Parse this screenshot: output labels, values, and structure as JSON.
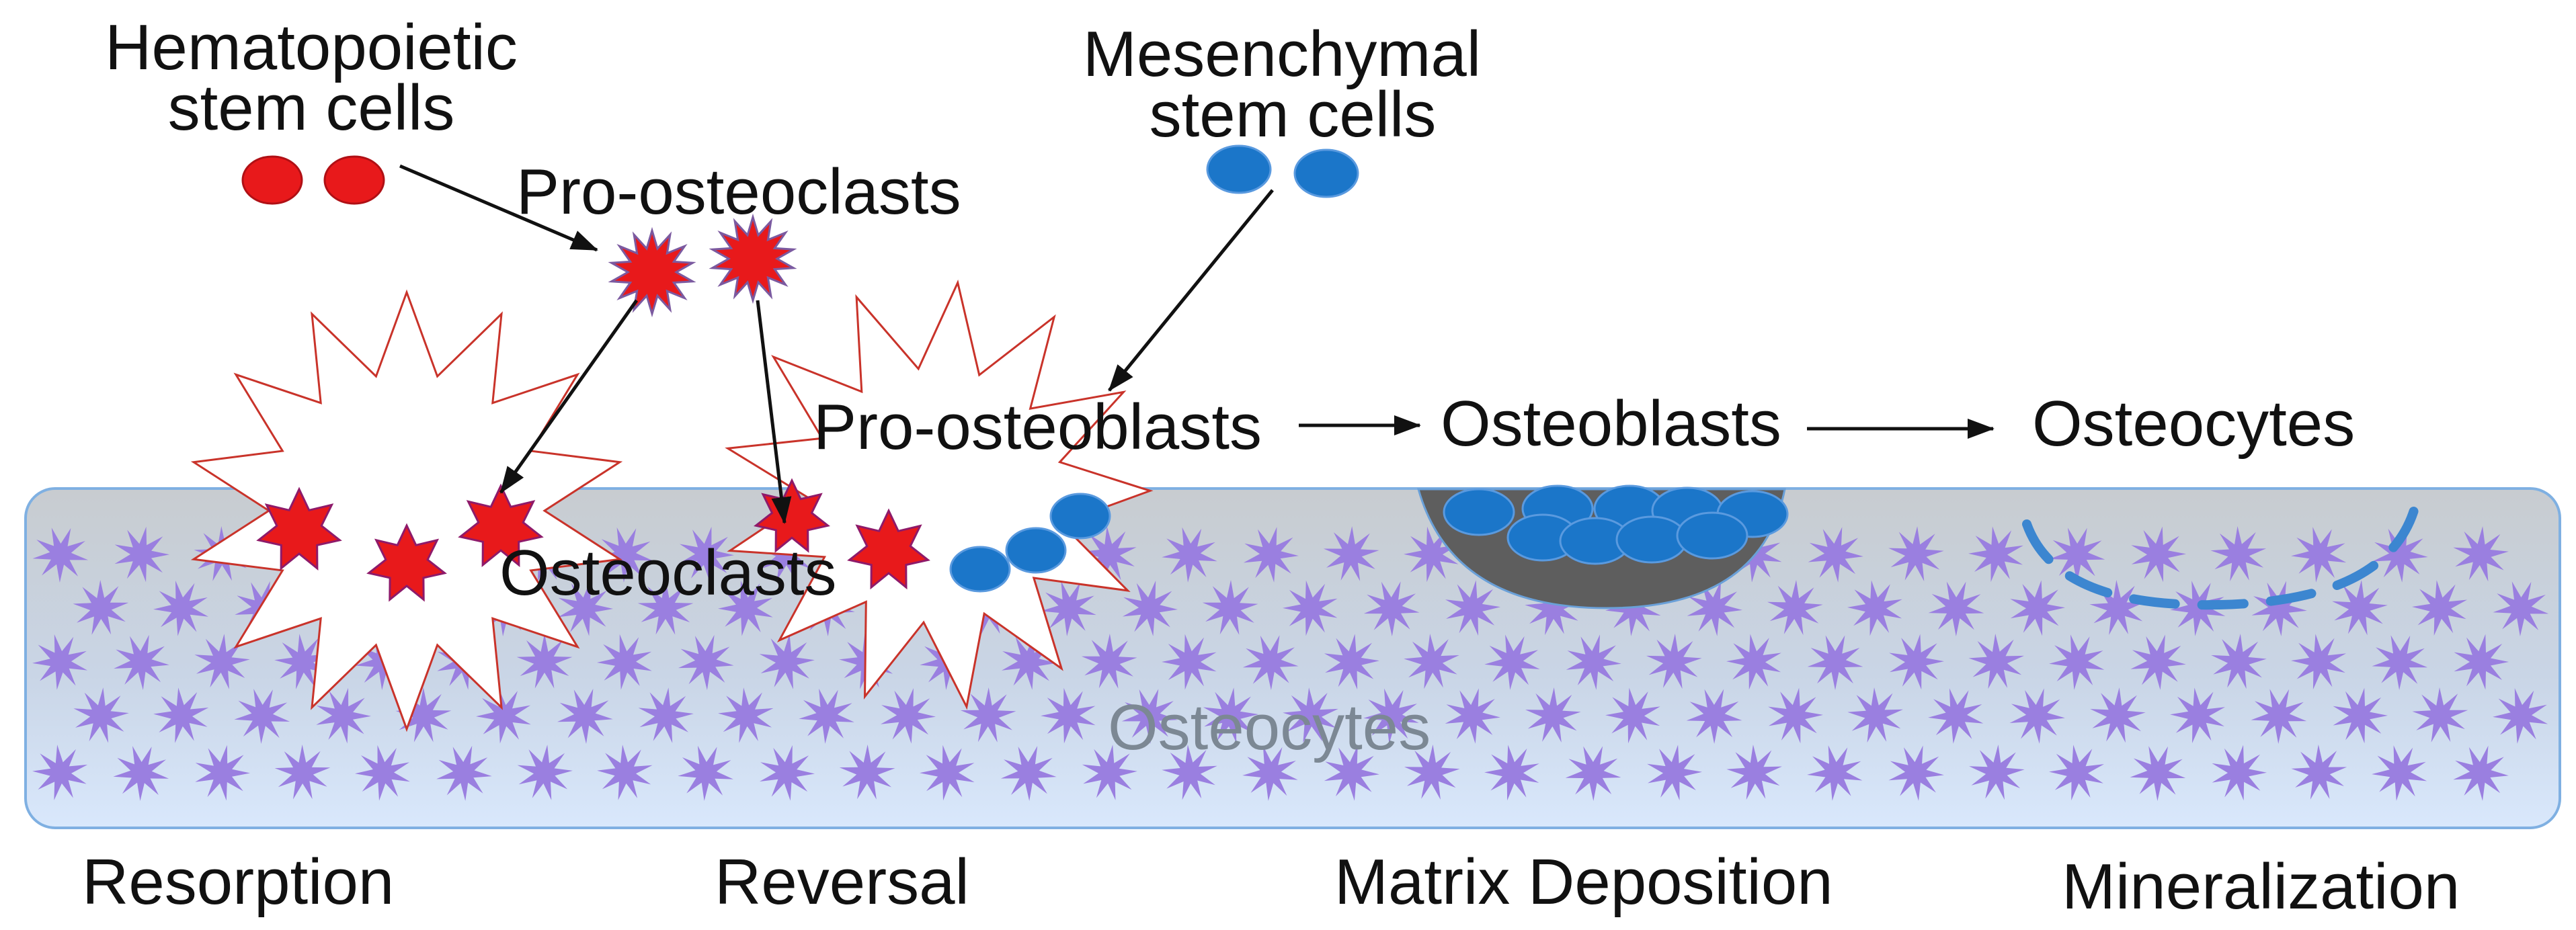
{
  "labels": {
    "hsc_line1": "Hematopoietic",
    "hsc_line2": "stem cells",
    "msc_line1": "Mesenchymal",
    "msc_line2": "stem cells",
    "pro_osteoclasts": "Pro-osteoclasts",
    "pro_osteoblasts": "Pro-osteoblasts",
    "osteoblasts": "Osteoblasts",
    "osteocytes_top": "Osteocytes",
    "osteoclasts": "Osteoclasts",
    "osteocytes_bone": "Osteocytes"
  },
  "phases": {
    "resorption": "Resorption",
    "reversal": "Reversal",
    "matrix_deposition": "Matrix Deposition",
    "mineralization": "Mineralization"
  },
  "colors": {
    "red_cell": "#e8191b",
    "blue_cell": "#1b76c9",
    "osteocyte": "#9a7fe0",
    "bone_top": "#c9cdd2",
    "bone_bottom": "#d6e6fb",
    "bone_edge": "#7fb0e2",
    "matrix_pit": "#5e5e5e",
    "burst_outline": "#c9332a"
  },
  "icons": {
    "cell_shape": "circle",
    "pro_osteoclast_shape": "spiky-star",
    "osteoclast_shape": "star",
    "osteocyte_shape": "spiky-star"
  }
}
